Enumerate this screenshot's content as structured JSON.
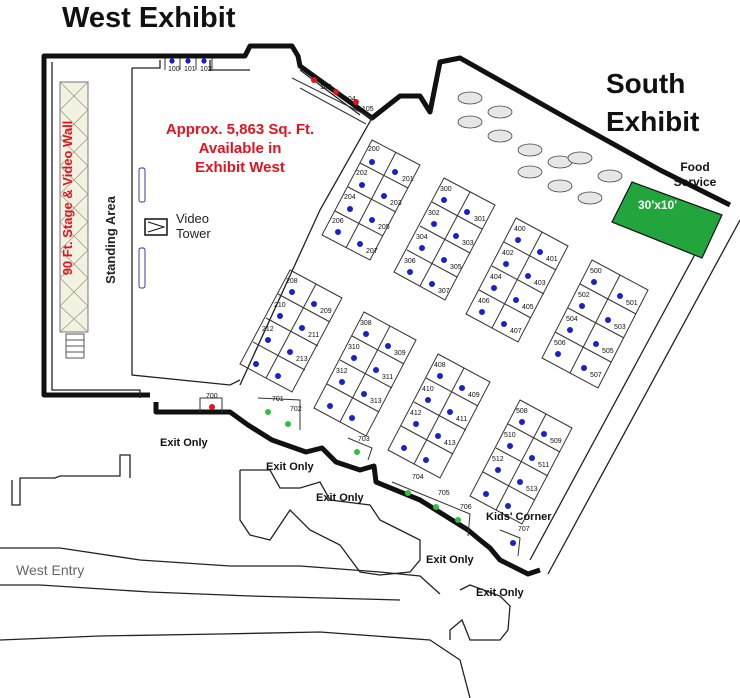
{
  "titles": {
    "west": "West Exhibit",
    "south_line1": "South",
    "south_line2": "Exhibit"
  },
  "notes": {
    "sqft_line1": "Approx. 5,863 Sq. Ft.",
    "sqft_line2": "Available in",
    "sqft_line3": "Exhibit West",
    "stage": "90 Ft. Stage  & Video Wall",
    "standing": "Standing Area",
    "video_line1": "Video",
    "video_line2": "Tower",
    "food_line1": "Food",
    "food_line2": "Service",
    "food_size": "30'x10'",
    "kids": "Kids' Corner",
    "west_entry": "West Entry"
  },
  "exits": [
    "Exit Only",
    "Exit Only",
    "Exit Only",
    "Exit Only",
    "Exit Only"
  ],
  "colors": {
    "booth_blue": "#1b21c8",
    "booth_red": "#e0141e",
    "booth_green": "#2fbf3a",
    "food_green": "#22a53c",
    "wall": "#111111"
  },
  "booths": {
    "blue": [
      "100",
      "101",
      "102",
      "200",
      "201",
      "202",
      "203",
      "204",
      "205",
      "206",
      "207",
      "208",
      "209",
      "210",
      "211",
      "212",
      "213",
      "300",
      "301",
      "302",
      "303",
      "304",
      "305",
      "306",
      "307",
      "308",
      "309",
      "310",
      "311",
      "312",
      "313",
      "400",
      "401",
      "402",
      "403",
      "404",
      "405",
      "406",
      "407",
      "408",
      "409",
      "410",
      "411",
      "412",
      "413",
      "500",
      "501",
      "502",
      "503",
      "504",
      "505",
      "506",
      "507",
      "508",
      "509",
      "510",
      "511",
      "512",
      "513",
      "707"
    ],
    "red": [
      "103",
      "104",
      "105",
      "700"
    ],
    "green": [
      "701",
      "702",
      "703",
      "704",
      "705",
      "706"
    ]
  }
}
